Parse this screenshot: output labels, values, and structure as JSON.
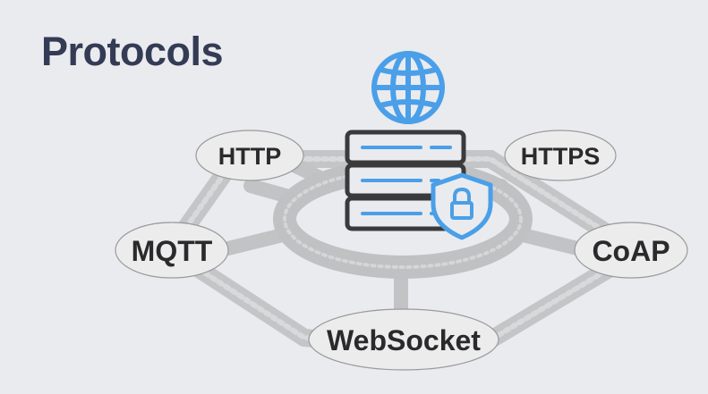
{
  "title": "Protocols",
  "protocols": {
    "http": "HTTP",
    "https": "HTTPS",
    "mqtt": "MQTT",
    "coap": "CoAP",
    "websocket": "WebSocket"
  },
  "colors": {
    "background": "#eaebee",
    "title": "#343b55",
    "icon_blue": "#4a9fe8",
    "icon_dark": "#3a3a3c",
    "network": "#b8b9bb"
  },
  "icons": [
    "globe-icon",
    "server-icon",
    "shield-lock-icon"
  ]
}
